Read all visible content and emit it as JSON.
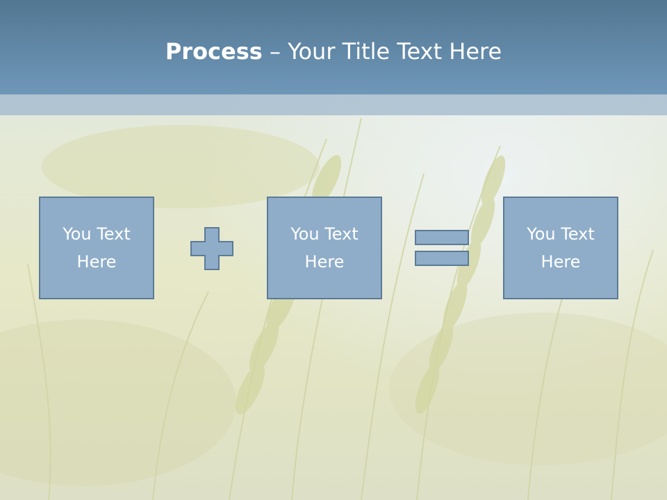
{
  "slide": {
    "title_bold": "Process",
    "title_rest": " – Your Title Text Here"
  },
  "boxes": [
    {
      "text": "You Text Here"
    },
    {
      "text": "You Text Here"
    },
    {
      "text": "You Text Here"
    }
  ],
  "operators": [
    "plus",
    "equals"
  ],
  "colors": {
    "title_bar": "#6f97b8",
    "box_fill": "#8fadc8",
    "box_border": "#5b7a96"
  }
}
